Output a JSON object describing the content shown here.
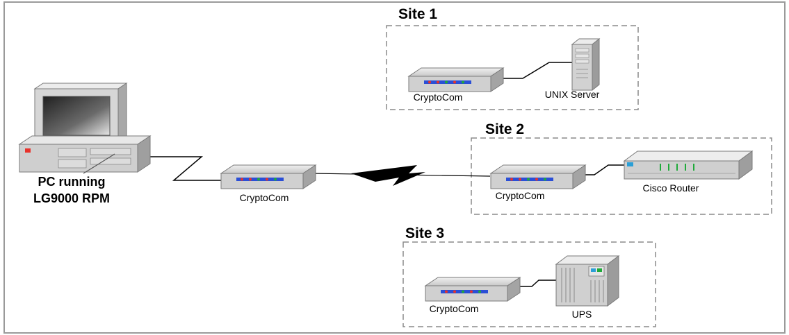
{
  "diagram": {
    "pc": {
      "label_line1": "PC running",
      "label_line2": "LG9000 RPM"
    },
    "central_modem": {
      "label": "CryptoCom"
    },
    "sites": [
      {
        "title": "Site 1",
        "modem_label": "CryptoCom",
        "device_label": "UNIX Server",
        "device_icon": "server-tower-icon"
      },
      {
        "title": "Site 2",
        "modem_label": "CryptoCom",
        "device_label": "Cisco Router",
        "device_icon": "router-icon"
      },
      {
        "title": "Site 3",
        "modem_label": "CryptoCom",
        "device_label": "UPS",
        "device_icon": "ups-icon"
      }
    ],
    "colors": {
      "device_body": "#d4d4d4",
      "device_edge": "#7a7a7a",
      "led_red": "#e8322b",
      "led_green": "#1faa3a",
      "led_blue": "#2b4fd6",
      "dashed_border": "#8a8a8a",
      "link": "#000000"
    }
  }
}
